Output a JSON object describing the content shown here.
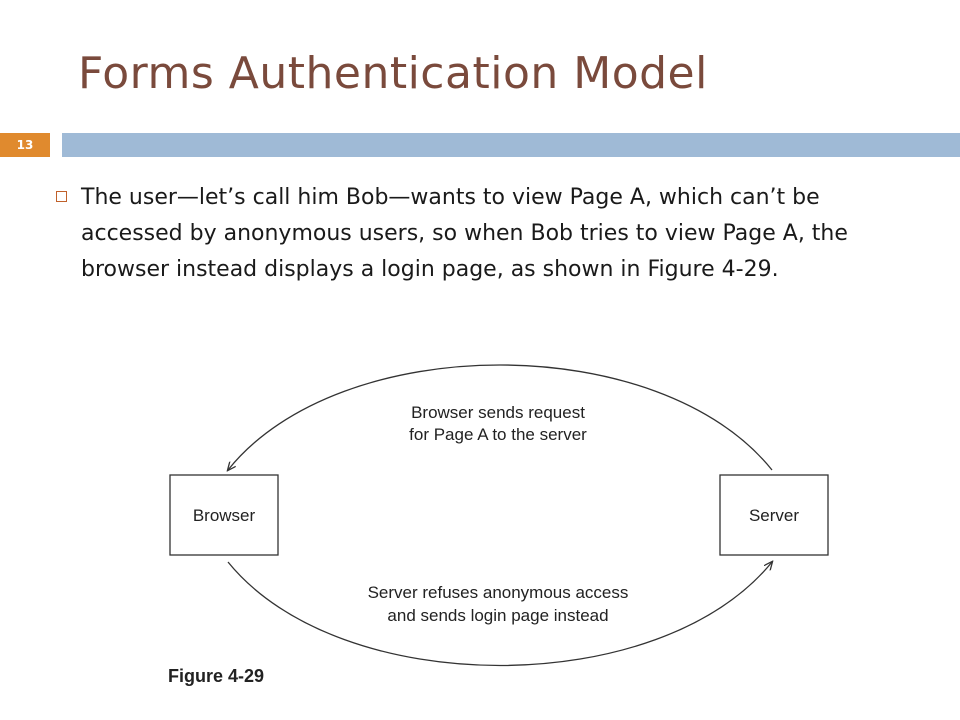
{
  "slide": {
    "title": "Forms Authentication Model",
    "number": "13",
    "bullet": "The user—let’s call him Bob—wants to view Page A, which can’t be accessed by anonymous users, so when Bob tries to view Page A, the browser instead displays a login page, as shown in Figure 4-29."
  },
  "diagram": {
    "browser_label": "Browser",
    "server_label": "Server",
    "request_line1": "Browser sends request",
    "request_line2": "for Page A to the server",
    "response_line1": "Server refuses anonymous access",
    "response_line2": "and sends login page instead",
    "caption": "Figure 4-29"
  },
  "colors": {
    "title": "#7a4a3c",
    "slide_number_bg": "#e08a2e",
    "header_bar": "#9fbad6",
    "bullet_marker": "#c0612b"
  }
}
